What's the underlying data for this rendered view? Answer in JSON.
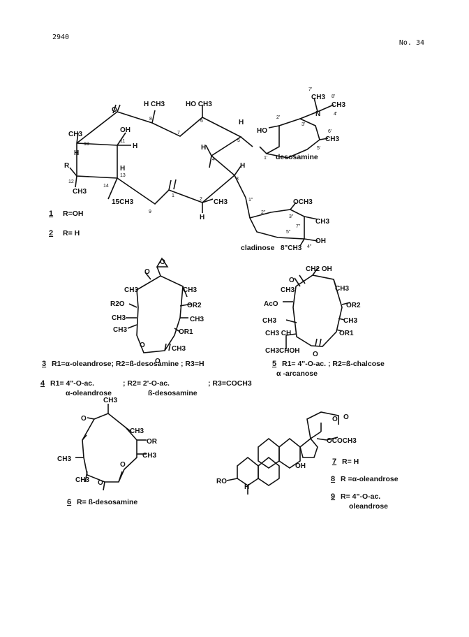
{
  "header": {
    "page_number": "2940",
    "issue": "No. 34"
  },
  "structure_1_2": {
    "groups": {
      "h_ch3_8": "H  CH3",
      "ho_ch3_6": "HO  CH3",
      "ch3_10": "CH3",
      "oh_11": "OH",
      "h_10": "H",
      "h_11": "H",
      "h_4": "H",
      "h_5": "H",
      "h_3": "H",
      "r": "R",
      "ch3_12": "CH3",
      "ch3_15": "15CH3",
      "ch3_2": "CH3",
      "h_2": "H",
      "h_13": "H",
      "o_9": "O",
      "ho_sugar": "HO",
      "n_sugar": "N",
      "ch3_7p": "CH3",
      "ch3_8p": "CH3",
      "ch3_6p": "CH3",
      "och3": "OCH3",
      "ch3_7pp": "CH3",
      "oh_4pp": "OH",
      "ch3_8pp": "8\"CH3"
    },
    "atom_numbers": [
      "1",
      "2",
      "3",
      "4",
      "5",
      "6",
      "7",
      "8",
      "9",
      "10",
      "11",
      "12",
      "13",
      "14",
      "1'",
      "2'",
      "3'",
      "4'",
      "5'",
      "6'",
      "7'",
      "8'",
      "1\"",
      "2\"",
      "3\"",
      "4\"",
      "5\"",
      "7\""
    ],
    "sugar_labels": {
      "desosamine": "desosamine",
      "cladinose": "cladinose"
    },
    "compounds": [
      {
        "num": "1",
        "def": "R=OH"
      },
      {
        "num": "2",
        "def": "R= H"
      }
    ]
  },
  "structure_3_4": {
    "groups": {
      "ch3_a": "CH3",
      "ch3_b": "CH3",
      "r2o": "R2O",
      "or2": "OR2",
      "ch3_c": "CH3",
      "ch3_d": "CH3",
      "ch3_e": "CH3",
      "or1": "OR1",
      "ch3_f": "CH3",
      "o1": "O",
      "o2": "O",
      "o3": "O",
      "o4": "O"
    },
    "compounds": [
      {
        "num": "3",
        "def": "R1=α-oleandrose; R2=ß-desosamine ; R3=H"
      },
      {
        "num": "4",
        "def_a": "R1= 4\"-O-ac.",
        "def_b": "α-oleandrose",
        "def_c": "; R2= 2'-O-ac.",
        "def_d": "ß-desosamine",
        "def_e": "; R3=COCH3"
      }
    ]
  },
  "structure_5": {
    "groups": {
      "ch2oh": "CH2  OH",
      "aco": "AcO",
      "ch3_a": "CH3",
      "or2": "OR2",
      "ch3_b": "CH3",
      "ch3_c": "CH3",
      "or1": "OR1",
      "ch3ch": "CH3 CH",
      "ch3choh": "CH3CHOH",
      "ch3_d": "CH3",
      "o1": "O",
      "o2": "O"
    },
    "compound": {
      "num": "5",
      "def_a": "R1= 4\"-O-ac.  ;  R2=ß-chalcose",
      "def_b": "α -arcanose"
    }
  },
  "structure_6": {
    "groups": {
      "ch3_top": "CH3",
      "ch3_a": "CH3",
      "or": "OR",
      "ch3_b": "CH3",
      "ch3_c": "CH3",
      "ch3_d": "CH3",
      "o1": "O",
      "o2": "O",
      "o3": "O"
    },
    "compound": {
      "num": "6",
      "def": "R= ß-desosamine"
    }
  },
  "structure_7_9": {
    "groups": {
      "ro": "RO",
      "h": "H",
      "oh": "OH",
      "ococh3": "OCOCH3",
      "o1": "O",
      "o2": "O"
    },
    "compounds": [
      {
        "num": "7",
        "def": "R= H"
      },
      {
        "num": "8",
        "def": "R =α-oleandrose"
      },
      {
        "num": "9",
        "def_a": "R= 4\"-O-ac.",
        "def_b": "oleandrose"
      }
    ]
  }
}
